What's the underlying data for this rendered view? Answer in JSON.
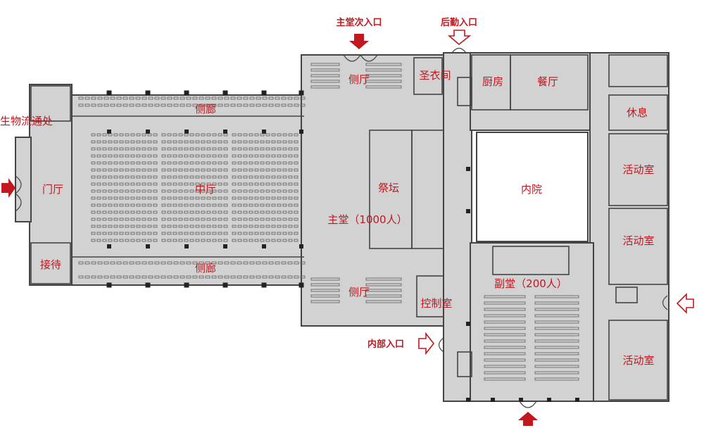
{
  "colors": {
    "wall": "#444444",
    "floor": "#d2d2d2",
    "label": "#c0181e",
    "arrow": "#c0181e",
    "courtyard": "#ffffff"
  },
  "rooms": {
    "main_hall": "主堂（1000人）",
    "altar": "祭坛",
    "middle_hall": "中厅",
    "aisle_north": "侧廊",
    "aisle_south": "侧廊",
    "side_hall_north": "侧厅",
    "side_hall_south": "侧厅",
    "foyer": "门厅",
    "reception": "接待",
    "sacristy": "圣衣间",
    "kitchen": "厨房",
    "dining": "餐厅",
    "rest": "休息",
    "courtyard": "内院",
    "secondary_hall": "副堂（200人）",
    "control_room": "控制室",
    "activity_room_1": "活动室",
    "activity_room_2": "活动室",
    "activity_room_3": "活动室",
    "partial_left_label": "生物流通处"
  },
  "entrances": {
    "main_secondary": "主堂次入口",
    "rear": "后勤入口",
    "internal": "内部入口"
  }
}
